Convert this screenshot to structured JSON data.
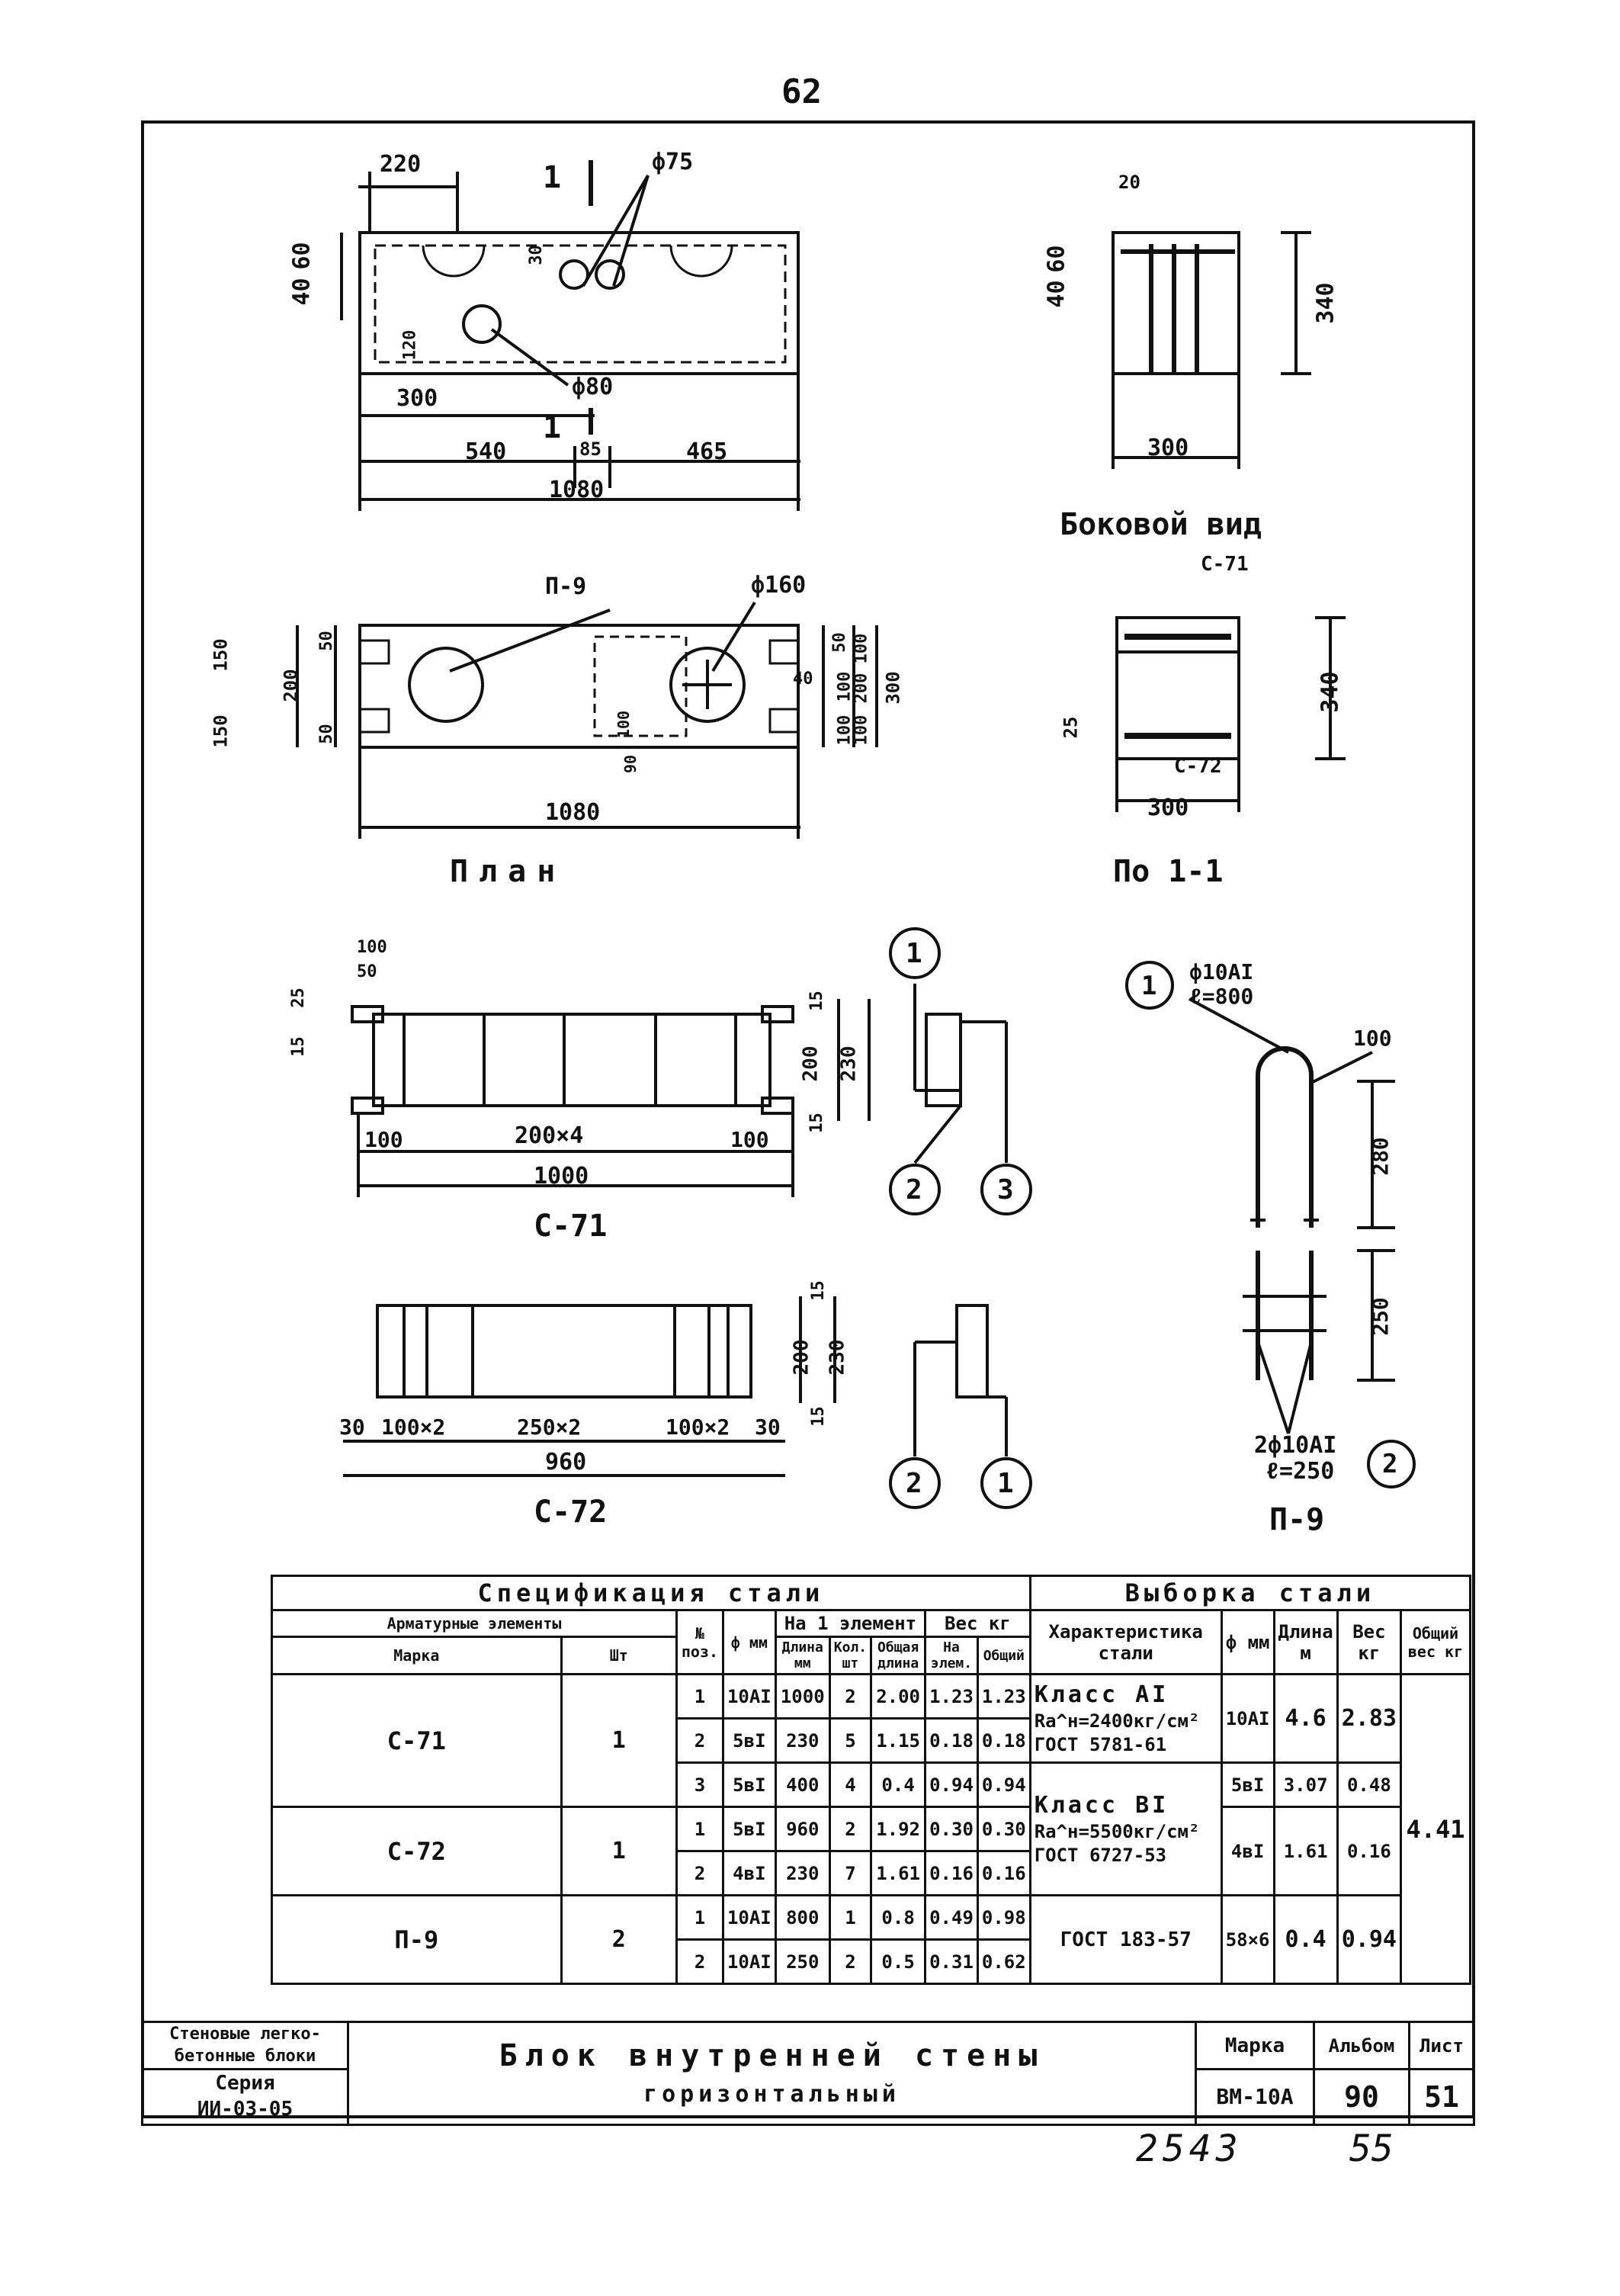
{
  "page_number": "62",
  "views": {
    "front": {
      "dims": [
        "220",
        "1",
        "ф75",
        "40",
        "60",
        "30",
        "120",
        "ф80",
        "300",
        "1",
        "540",
        "85",
        "465",
        "1080"
      ]
    },
    "side": {
      "title": "Боковой вид",
      "dims": [
        "20",
        "40",
        "60",
        "340",
        "300"
      ]
    },
    "plan": {
      "title": "План",
      "dims": [
        "П-9",
        "ф160",
        "50",
        "150",
        "200",
        "150",
        "50",
        "50",
        "100",
        "100",
        "200",
        "100",
        "100",
        "300",
        "40",
        "100",
        "90",
        "1080"
      ]
    },
    "section": {
      "title": "По 1-1",
      "dims": [
        "С-71",
        "25",
        "340",
        "С-72",
        "300"
      ]
    },
    "c71": {
      "title": "С-71",
      "dims": [
        "100",
        "50",
        "25",
        "15",
        "15",
        "200",
        "230",
        "15",
        "100",
        "200×4",
        "100",
        "1000"
      ],
      "callouts": [
        "1",
        "2",
        "3"
      ]
    },
    "c72": {
      "title": "С-72",
      "dims": [
        "15",
        "200",
        "230",
        "15",
        "30",
        "100×2",
        "250×2",
        "100×2",
        "30",
        "960"
      ],
      "callouts": [
        "2",
        "1"
      ]
    },
    "p9": {
      "title": "П-9",
      "callout1": "1",
      "label1a": "ф10АI",
      "label1b": "ℓ=800",
      "dim_100": "100",
      "dim_280": "280",
      "dim_250": "250",
      "label2a": "2ф10АI",
      "label2b": "ℓ=250",
      "callout2": "2"
    }
  },
  "spec": {
    "title_left": "Спецификация стали",
    "title_right": "Выборка стали",
    "h": {
      "arm": "Арматурные элементы",
      "marka": "Марка",
      "sht": "Шт",
      "poz": "№ поз.",
      "dia": "ф мм",
      "per_el": "На 1 элемент",
      "len": "Длина мм",
      "cnt": "Кол. шт",
      "total_len": "Общая длина",
      "weight": "Вес кг",
      "w_el": "На элем.",
      "w_total": "Общий",
      "char": "Характеристика стали",
      "sdia": "ф мм",
      "slen": "Длина м",
      "sw": "Вес кг",
      "stotal": "Общий вес кг"
    },
    "rows": [
      [
        "1",
        "10АI",
        "1000",
        "2",
        "2.00",
        "1.23",
        "1.23"
      ],
      [
        "2",
        "5вI",
        "230",
        "5",
        "1.15",
        "0.18",
        "0.18"
      ],
      [
        "3",
        "5вI",
        "400",
        "4",
        "0.4",
        "0.94",
        "0.94"
      ],
      [
        "1",
        "5вI",
        "960",
        "2",
        "1.92",
        "0.30",
        "0.30"
      ],
      [
        "2",
        "4вI",
        "230",
        "7",
        "1.61",
        "0.16",
        "0.16"
      ],
      [
        "1",
        "10АI",
        "800",
        "1",
        "0.8",
        "0.49",
        "0.98"
      ],
      [
        "2",
        "10АI",
        "250",
        "2",
        "0.5",
        "0.31",
        "0.62"
      ]
    ],
    "groups": [
      {
        "marka": "С-71",
        "sht": "1"
      },
      {
        "marka": "С-72",
        "sht": "1"
      },
      {
        "marka": "П-9",
        "sht": "2"
      }
    ],
    "steel": [
      {
        "char1": "Класс АI",
        "char2": "Rа^н=2400кг/см²",
        "char3": "ГОСТ 5781-61",
        "dia": "10АI",
        "len": "4.6",
        "w": "2.83"
      },
      {
        "char1": "Класс ВI",
        "char2": "Rа^н=5500кг/см²",
        "char3": "ГОСТ 6727-53",
        "dia": "5вI",
        "len": "3.07",
        "w": "0.48"
      },
      {
        "char1": "",
        "char2": "",
        "char3": "",
        "dia": "4вI",
        "len": "1.61",
        "w": "0.16"
      },
      {
        "char1": "ГОСТ 183-57",
        "char2": "",
        "char3": "",
        "dia": "58×6",
        "len": "0.4",
        "w": "0.94"
      }
    ],
    "total_weight": "4.41"
  },
  "title_block": {
    "org1": "Стеновые легко-",
    "org2": "бетонные блоки",
    "series_label": "Серия",
    "series": "ИИ-03-05",
    "title1": "Блок внутренней стены",
    "title2": "горизонтальный",
    "marka_label": "Марка",
    "album_label": "Альбом",
    "sheet_label": "Лист",
    "marka": "ВМ-10А",
    "album": "90",
    "sheet": "51"
  },
  "handwritten": {
    "left": "2543",
    "right": "55"
  }
}
